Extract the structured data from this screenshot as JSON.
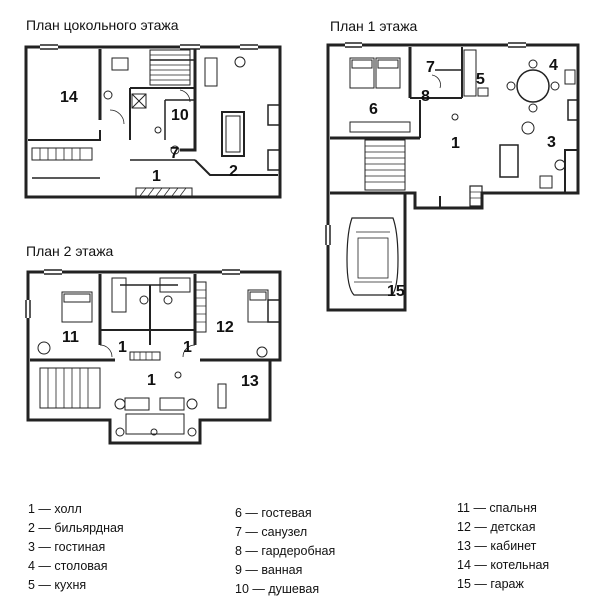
{
  "titles": {
    "basement": "План цокольного этажа",
    "first": "План 1 этажа",
    "second": "План 2 этажа"
  },
  "room_numbers": {
    "b14": "14",
    "b10": "10",
    "b7": "7",
    "b1": "1",
    "b2": "2",
    "f7": "7",
    "f5": "5",
    "f4": "4",
    "f6": "6",
    "f8": "8",
    "f1": "1",
    "f3": "3",
    "f15": "15",
    "s11": "11",
    "s12": "12",
    "s1a": "1",
    "s1b": "1",
    "s1c": "1",
    "s13": "13"
  },
  "legend": {
    "col1": [
      "1 — холл",
      "2 — бильярдная",
      "3 — гостиная",
      "4 — столовая",
      "5 — кухня"
    ],
    "col2": [
      "6 — гостевая",
      "7 — санузел",
      "8 — гардеробная",
      "9 — ванная",
      "10 — душевая"
    ],
    "col3": [
      "11 — спальня",
      "12 — детская",
      "13 — кабинет",
      "14 — котельная",
      "15 — гараж"
    ]
  }
}
